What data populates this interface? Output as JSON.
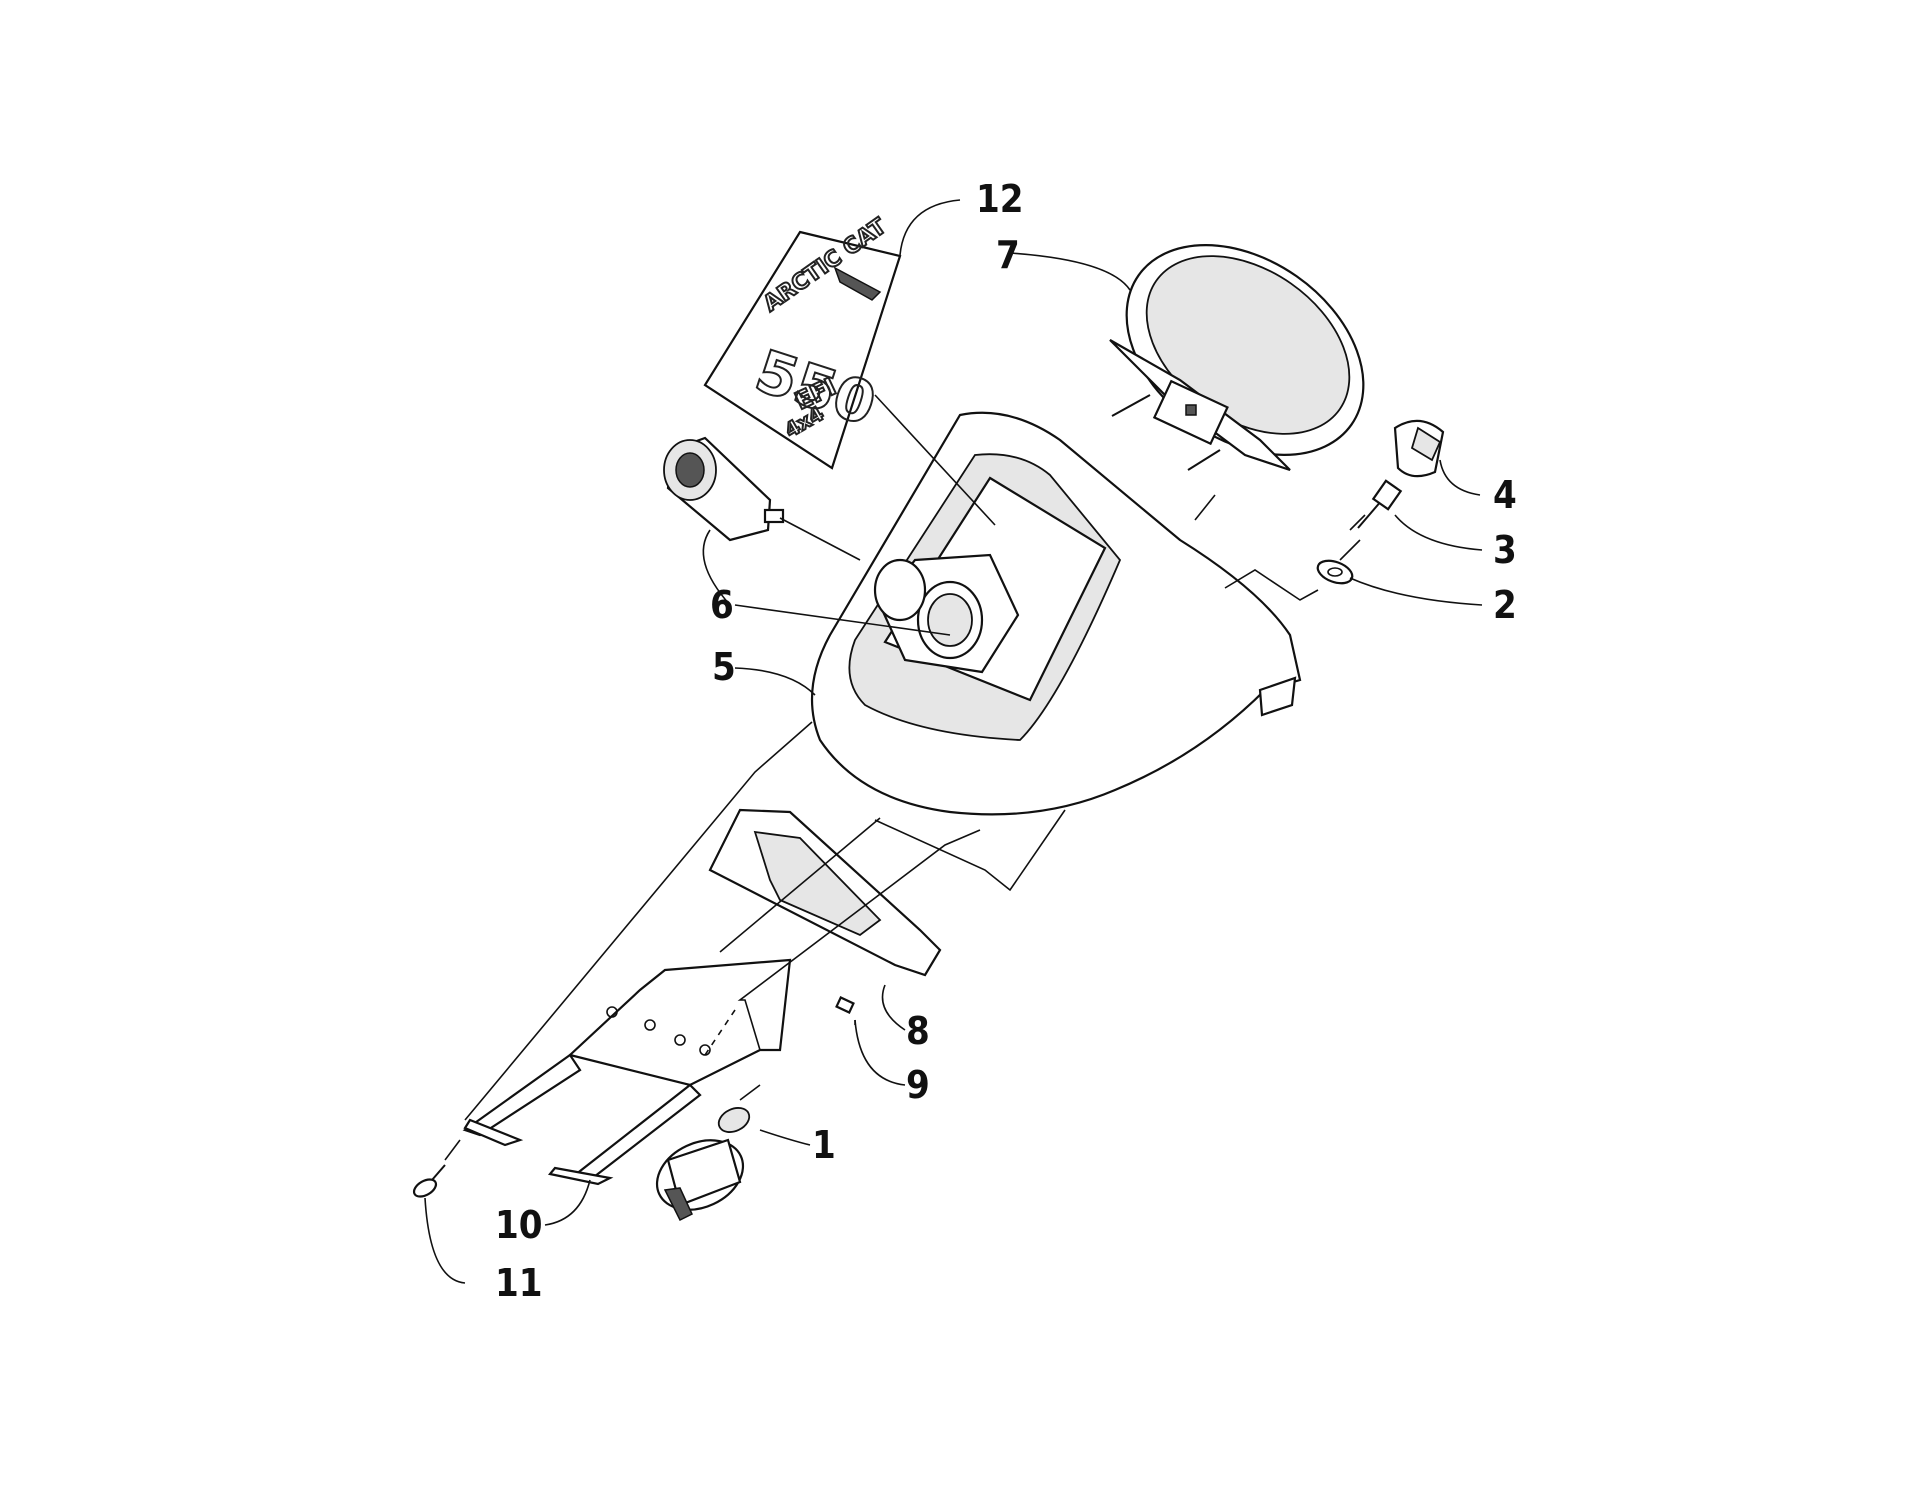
{
  "diagram": {
    "callouts": [
      {
        "id": "1",
        "label": "1"
      },
      {
        "id": "2",
        "label": "2"
      },
      {
        "id": "3",
        "label": "3"
      },
      {
        "id": "4",
        "label": "4"
      },
      {
        "id": "5",
        "label": "5"
      },
      {
        "id": "6",
        "label": "6"
      },
      {
        "id": "7",
        "label": "7"
      },
      {
        "id": "8",
        "label": "8"
      },
      {
        "id": "9",
        "label": "9"
      },
      {
        "id": "10",
        "label": "10"
      },
      {
        "id": "11",
        "label": "11"
      },
      {
        "id": "12",
        "label": "12"
      }
    ],
    "decal": {
      "brand": "ARCTIC CAT",
      "model": "550",
      "sub": "EFI",
      "drive": "4x4"
    }
  }
}
